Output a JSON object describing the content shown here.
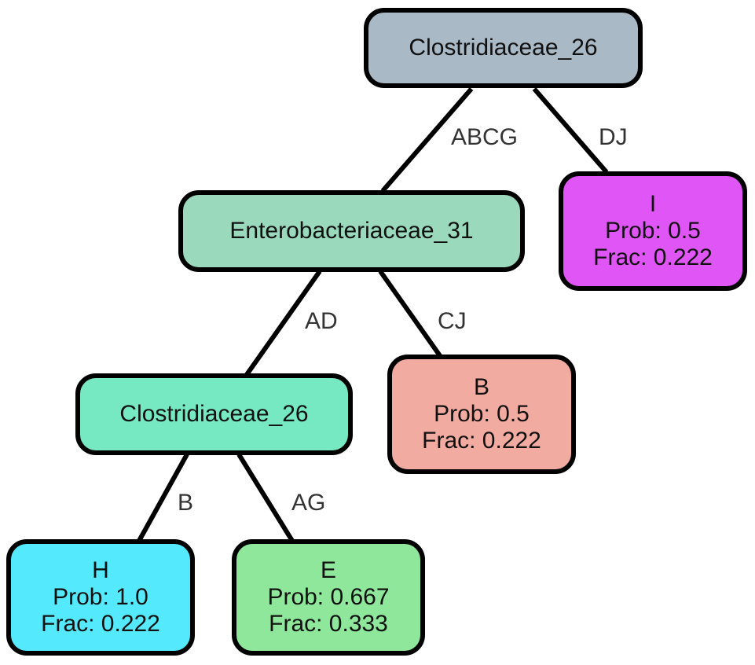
{
  "colors": {
    "root": "#a9b9c6",
    "n1": "#9ad9bc",
    "n2": "#76e8c2",
    "leaf_h": "#55e9fd",
    "leaf_e": "#8ee79a",
    "leaf_b": "#f2aba0",
    "leaf_i": "#df55f5",
    "border": "#000000",
    "edge": "#000000"
  },
  "nodes": {
    "root": {
      "label": "Clostridiaceae_26"
    },
    "n1": {
      "label": "Enterobacteriaceae_31"
    },
    "n2": {
      "label": "Clostridiaceae_26"
    },
    "leaf_h": {
      "label": "H",
      "prob": "Prob: 1.0",
      "frac": "Frac: 0.222"
    },
    "leaf_e": {
      "label": "E",
      "prob": "Prob: 0.667",
      "frac": "Frac: 0.333"
    },
    "leaf_b": {
      "label": "B",
      "prob": "Prob: 0.5",
      "frac": "Frac: 0.222"
    },
    "leaf_i": {
      "label": "I",
      "prob": "Prob: 0.5",
      "frac": "Frac: 0.222"
    }
  },
  "edges": {
    "root_n1": "ABCG",
    "root_i": "DJ",
    "n1_n2": "AD",
    "n1_b": "CJ",
    "n2_h": "B",
    "n2_e": "AG"
  }
}
